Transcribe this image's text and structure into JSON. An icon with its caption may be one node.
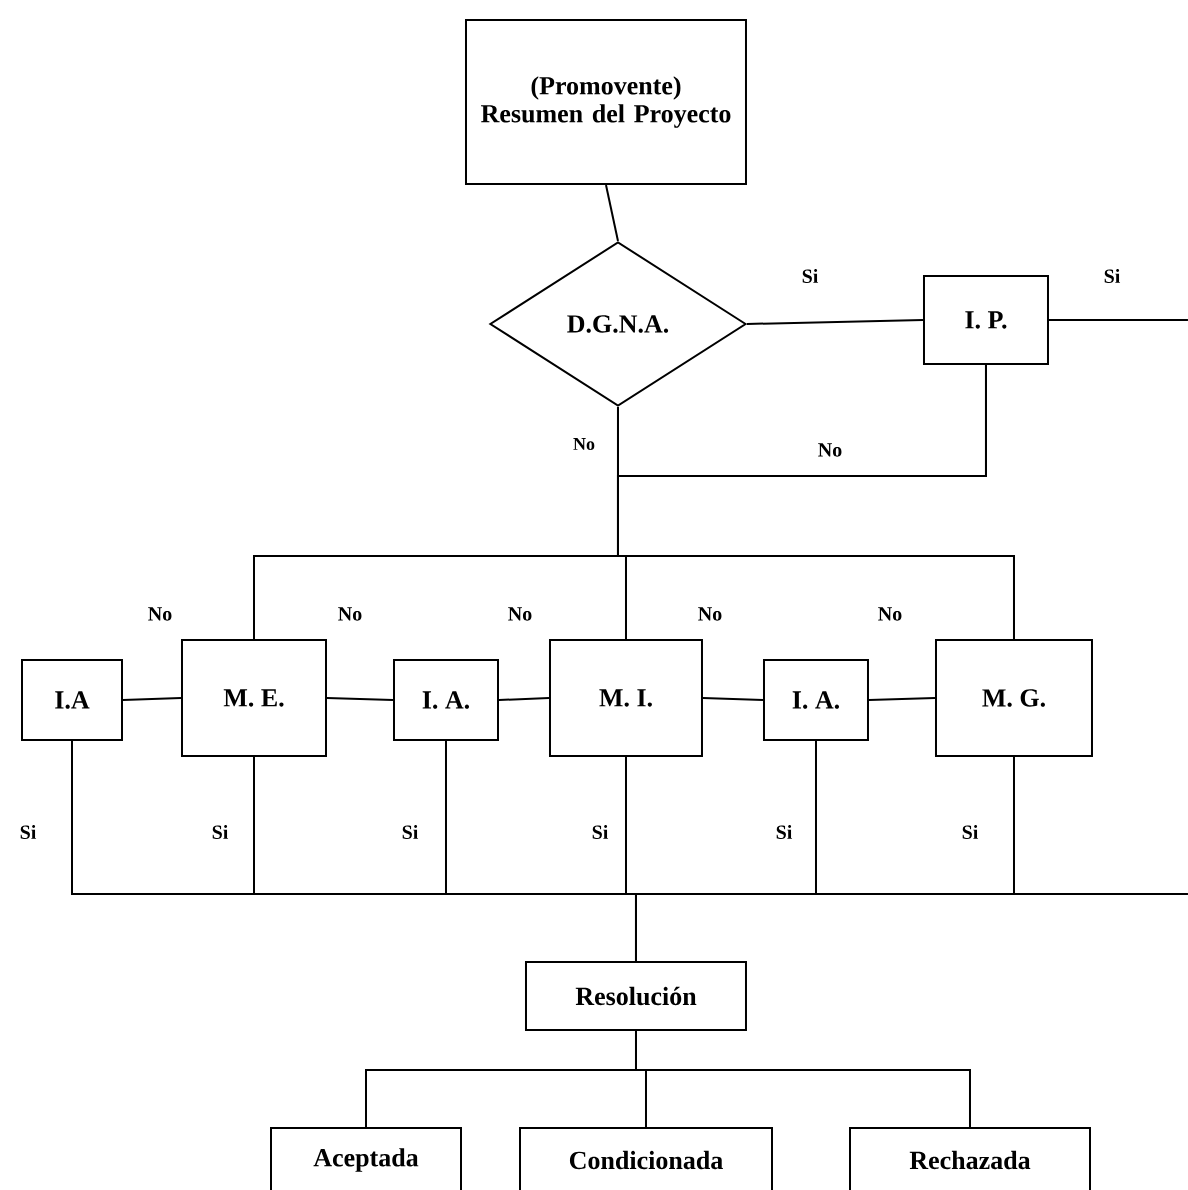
{
  "diagram": {
    "nodes": [
      {
        "text": [
          "(Promovente) Resumen del Proyecto"
        ]
      },
      {
        "text": [
          "D.G.N.A."
        ]
      },
      {
        "text": [
          "I. P."
        ]
      },
      {
        "text": [
          "I.A"
        ]
      },
      {
        "text": [
          "M. E."
        ]
      },
      {
        "text": [
          "I. A."
        ]
      },
      {
        "text": [
          "M. I."
        ]
      },
      {
        "text": [
          "I. A."
        ]
      },
      {
        "text": [
          "M. G."
        ]
      },
      {
        "text": [
          "Resolución"
        ]
      },
      {
        "text": [
          "Aceptada"
        ]
      },
      {
        "text": [
          "Condicionada"
        ]
      },
      {
        "text": [
          "Rechazada"
        ]
      }
    ],
    "edges": [
      {
        "from": 0,
        "to": 1,
        "arrow": "none"
      },
      {
        "from": 1,
        "to": 2,
        "arrow": "none",
        "label": "Si"
      },
      {
        "from": 2,
        "to": null,
        "arrow": "none",
        "label": "Si"
      },
      {
        "from": 1,
        "to": 4,
        "arrow": "none"
      },
      {
        "from": 1,
        "to": 6,
        "arrow": "none",
        "label": "No"
      },
      {
        "from": 1,
        "to": 8,
        "arrow": "none"
      },
      {
        "from": 2,
        "to": 4,
        "arrow": "none"
      },
      {
        "from": 2,
        "to": 6,
        "arrow": "none",
        "label": "No"
      },
      {
        "from": 2,
        "to": 8,
        "arrow": "none"
      },
      {
        "from": 3,
        "to": 4,
        "arrow": "none",
        "label": "No"
      },
      {
        "from": 4,
        "to": 5,
        "arrow": "none",
        "label": "No"
      },
      {
        "from": 5,
        "to": 6,
        "arrow": "none",
        "label": "No"
      },
      {
        "from": 6,
        "to": 7,
        "arrow": "none",
        "label": "No"
      },
      {
        "from": 7,
        "to": 8,
        "arrow": "none",
        "label": "No"
      },
      {
        "from": 3,
        "to": 9,
        "arrow": "none",
        "label": "Si"
      },
      {
        "from": 4,
        "to": 9,
        "arrow": "none",
        "label": "Si"
      },
      {
        "from": 5,
        "to": 9,
        "arrow": "none",
        "label": "Si"
      },
      {
        "from": 6,
        "to": 9,
        "arrow": "none",
        "label": "Si"
      },
      {
        "from": 7,
        "to": 9,
        "arrow": "none",
        "label": "Si"
      },
      {
        "from": 8,
        "to": 9,
        "arrow": "none",
        "label": "Si"
      },
      {
        "from": null,
        "to": 9,
        "arrow": "none"
      },
      {
        "from": 9,
        "to": 10,
        "arrow": "none"
      },
      {
        "from": 9,
        "to": 11,
        "arrow": "none"
      },
      {
        "from": 9,
        "to": 12,
        "arrow": "none"
      }
    ]
  }
}
